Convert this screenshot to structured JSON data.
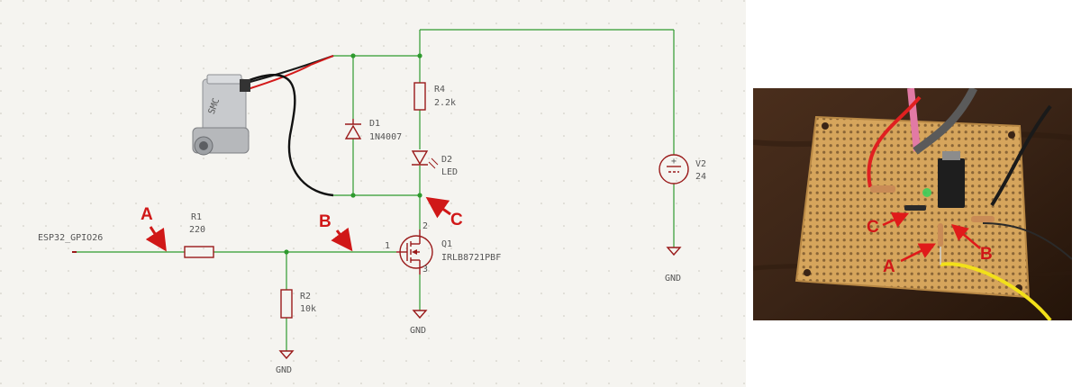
{
  "schematic": {
    "net_gpio": "ESP32_GPIO26",
    "r1": {
      "ref": "R1",
      "value": "220"
    },
    "r2": {
      "ref": "R2",
      "value": "10k"
    },
    "r4": {
      "ref": "R4",
      "value": "2.2k"
    },
    "d1": {
      "ref": "D1",
      "value": "1N4007"
    },
    "d2": {
      "ref": "D2",
      "value": "LED"
    },
    "q1": {
      "ref": "Q1",
      "value": "IRLB8721PBF",
      "pin_gate": "1",
      "pin_drain": "2",
      "pin_source": "3"
    },
    "v2": {
      "ref": "V2",
      "value": "24",
      "plus": "+"
    },
    "gnd_labels": [
      "GND",
      "GND",
      "GND"
    ],
    "valve_body_text": "SMC"
  },
  "annotations": {
    "a": "A",
    "b": "B",
    "c": "C"
  },
  "photo": {
    "label_a": "A",
    "label_b": "B",
    "label_c": "C"
  },
  "colors": {
    "wire": "#2e9a2e",
    "component": "#9a1a1a",
    "annotation": "#d01818",
    "board": "#d9a85e",
    "wood": "#3a2416"
  }
}
